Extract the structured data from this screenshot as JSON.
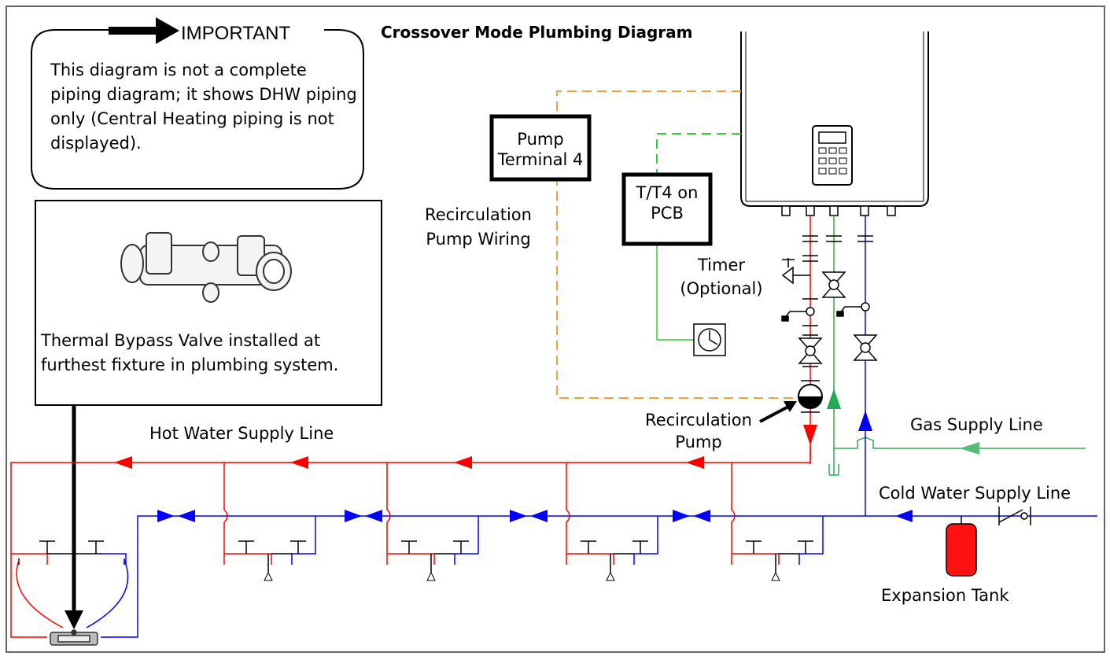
{
  "title": "Crossover Mode Plumbing Diagram",
  "important": {
    "label": "IMPORTANT",
    "note": "This diagram is not a complete piping diagram; it shows DHW piping only (Central Heating piping is not displayed)."
  },
  "boxes": {
    "pump_terminal": "Pump Terminal 4",
    "t4_pcb": "T/T4 on PCB"
  },
  "labels": {
    "recirc_pump_wiring": "Recirculation Pump Wiring",
    "timer": "Timer (Optional)",
    "thermal_bypass": "Thermal Bypass Valve installed at furthest fixture in plumbing system.",
    "hot_water_supply": "Hot Water Supply Line",
    "recirculation_pump": "Recirculation Pump",
    "gas_supply": "Gas Supply Line",
    "cold_water_supply": "Cold Water Supply Line",
    "expansion_tank": "Expansion Tank"
  },
  "colors": {
    "hot": "#ff0000",
    "cold": "#0000ff",
    "gas": "#33aa55",
    "wiring_orange": "#f0a040",
    "wiring_green": "#33cc33"
  }
}
